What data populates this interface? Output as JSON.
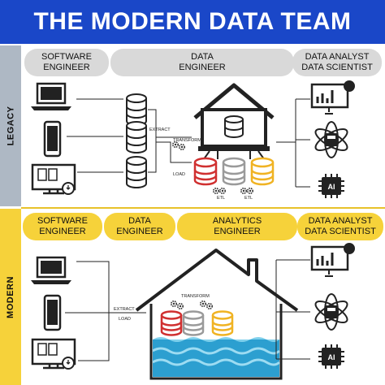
{
  "title": "THE MODERN DATA TEAM",
  "colors": {
    "title_bg": "#1a47c8",
    "legacy_band": "#aeb8c4",
    "modern_band": "#f6d23a",
    "pill_grey": "#d9d9d9",
    "pill_yellow": "#f6d23a",
    "db_red": "#d03030",
    "db_grey": "#9a9a9a",
    "db_yellow": "#f0b323",
    "water": "#2c9fd0"
  },
  "legacy": {
    "side_label": "LEGACY",
    "pills": [
      {
        "line1": "SOFTWARE",
        "line2": "ENGINEER"
      },
      {
        "line1": "DATA",
        "line2": "ENGINEER"
      },
      {
        "line1": "DATA ANALYST",
        "line2": "DATA SCIENTIST"
      }
    ],
    "labels": {
      "extract": "EXTRACT",
      "transform": "TRANSFORM",
      "load": "LOAD",
      "etl1": "ETL",
      "etl2": "ETL"
    }
  },
  "modern": {
    "side_label": "MODERN",
    "pills": [
      {
        "line1": "SOFTWARE",
        "line2": "ENGINEER"
      },
      {
        "line1": "DATA",
        "line2": "ENGINEER"
      },
      {
        "line1": "ANALYTICS",
        "line2": "ENGINEER"
      },
      {
        "line1": "DATA ANALYST",
        "line2": "DATA SCIENTIST"
      }
    ],
    "labels": {
      "extract": "EXTRACT",
      "load": "LOAD",
      "transform": "TRANSFORM"
    }
  },
  "icons": [
    "laptop-icon",
    "smartphone-icon",
    "monitor-documents-icon",
    "database-icon",
    "warehouse-house-icon",
    "gear-icon",
    "bar-chart-board-icon",
    "atom-icon",
    "ai-chip-icon",
    "data-lake-house-icon"
  ],
  "ai_chip_text": "AI"
}
